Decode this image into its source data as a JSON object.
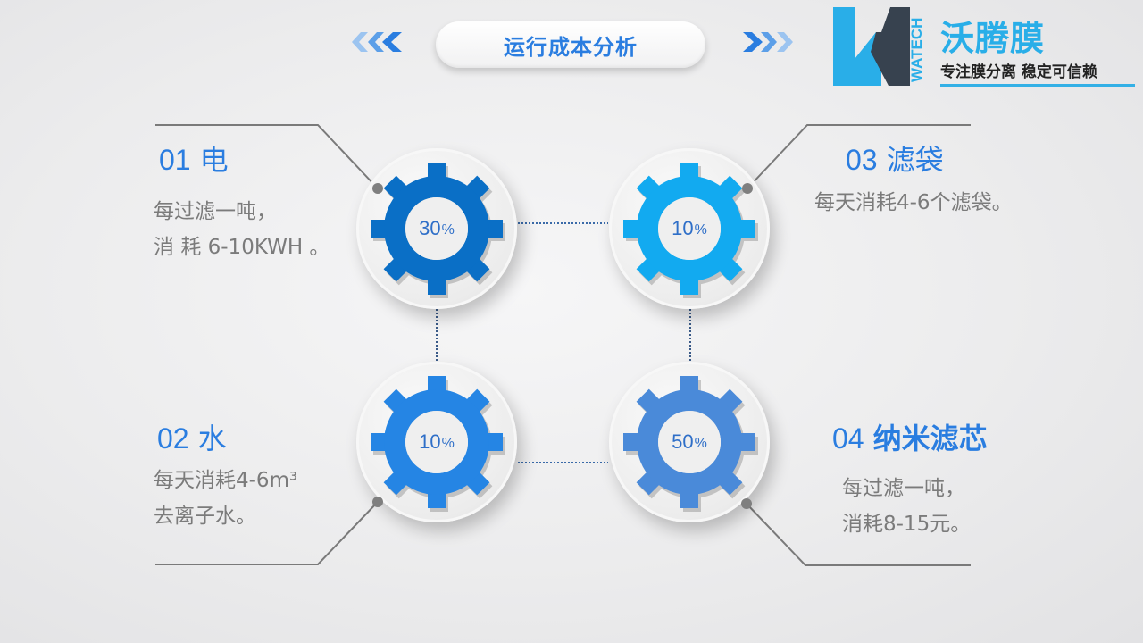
{
  "header": {
    "title": "运行成本分析"
  },
  "logo": {
    "mark_text": "WATECH",
    "brand_name": "沃腾膜",
    "slogan": "专注膜分离 稳定可信赖"
  },
  "colors": {
    "accent": "#2a7de0",
    "logo_blue": "#29aee8",
    "logo_dark": "#37424f",
    "gear_1": "#0a6fc6",
    "gear_2": "#12aaf0",
    "gear_3": "#2585e4",
    "gear_4": "#4a8ad9",
    "text_gray": "#7b7b7b"
  },
  "items": [
    {
      "number": "01",
      "name": "电",
      "desc_line1": "每过滤一吨，",
      "desc_line2": "消 耗 6-10KWH 。",
      "percent_value": "30",
      "percent_symbol": "%"
    },
    {
      "number": "02",
      "name": "水",
      "desc_line1": "每天消耗4-6m³",
      "desc_line2": "去离子水。",
      "percent_value": "10",
      "percent_symbol": "%"
    },
    {
      "number": "03",
      "name": "滤袋",
      "desc_line1": "每天消耗4-6个滤袋。",
      "percent_value": "10",
      "percent_symbol": "%"
    },
    {
      "number": "04",
      "name": "纳米滤芯",
      "desc_line1": "每过滤一吨，",
      "desc_line2": "消耗8-15元。",
      "percent_value": "50",
      "percent_symbol": "%"
    }
  ]
}
